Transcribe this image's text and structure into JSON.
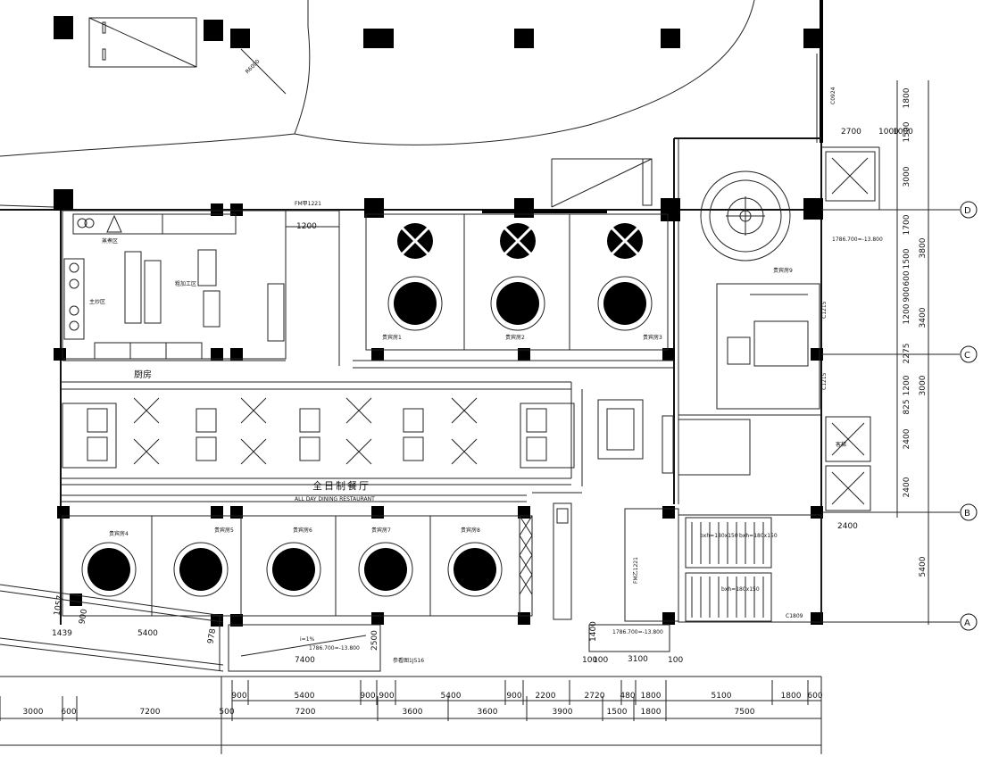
{
  "rooms": {
    "kitchen": "厨房",
    "steam_area": "蒸煮区",
    "wok_area": "主炒区",
    "prep_area": "粗加工区",
    "all_day_dining": "全日制餐厅",
    "all_day_dining_en": "ALL DAY DINING RESTAURANT",
    "vip1": "贵宾房1",
    "vip2": "贵宾房2",
    "vip3": "贵宾房3",
    "vip4": "贵宾房4",
    "vip5": "贵宾房5",
    "vip6": "贵宾房6",
    "vip7": "贵宾房7",
    "vip8": "贵宾房8",
    "vip9": "贵宾房9",
    "elevator": "客梯"
  },
  "axes": [
    "D",
    "C",
    "B",
    "A"
  ],
  "doors": {
    "fm1": "FM甲1221",
    "fm2": "FM乙1221",
    "c1809": "C1809",
    "c0924": "C0924",
    "c1215a": "C1215",
    "c1215b": "C1215"
  },
  "stair_labels": [
    "bxh=180x150",
    "bxh=180x150",
    "bxh=180x150"
  ],
  "elevation_notes": {
    "e1": "1786.700=-13.800",
    "e2": "1786.700=-13.800",
    "e3": "1786.700=-13.800",
    "ramp": "i=1%",
    "slope": "参看图1J516"
  },
  "misc": {
    "radius": "R6000"
  },
  "dims": {
    "top_row": [
      "900",
      "5400",
      "900",
      "900",
      "5400",
      "900",
      "2200",
      "2720",
      "480",
      "1800",
      "5100",
      "1800",
      "600"
    ],
    "bottom_row": [
      "3000",
      "600",
      "7200",
      "500",
      "7200",
      "3600",
      "3600",
      "3900",
      "1500",
      "1800",
      "7500"
    ],
    "right_col": [
      "1800",
      "1500",
      "3000",
      "1700",
      "3800",
      "1500",
      "600",
      "900",
      "1200",
      "3400",
      "2275",
      "1200",
      "3000",
      "825",
      "2400",
      "2400",
      "5400"
    ],
    "misc": [
      "2700",
      "1000",
      "1000",
      "2400",
      "1200",
      "7400",
      "2500",
      "3100",
      "1400",
      "100",
      "100",
      "100",
      "1057",
      "900",
      "1439",
      "5400",
      "978"
    ]
  }
}
